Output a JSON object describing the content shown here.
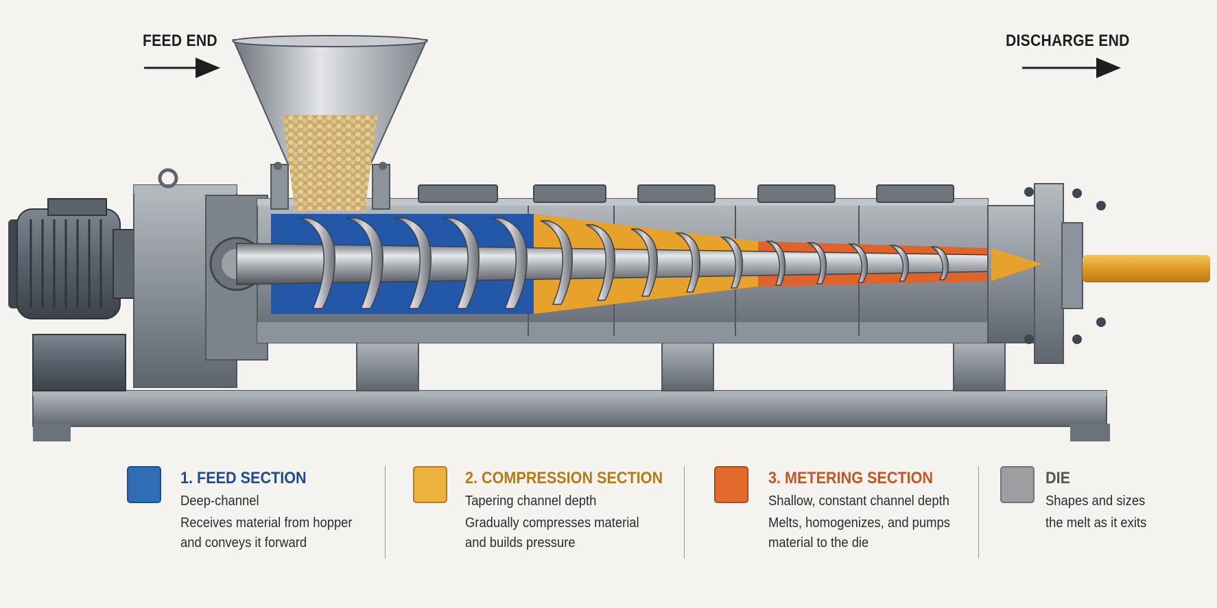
{
  "header": {
    "feed_end": "FEED END",
    "discharge_end": "DISCHARGE END"
  },
  "legend": [
    {
      "title": "1. FEED SECTION",
      "color": "#2f6db5",
      "title_color": "#1f4b86",
      "lines": [
        "Deep-channel",
        "Receives material from hopper",
        "and conveys it forward"
      ]
    },
    {
      "title": "2. COMPRESSION SECTION",
      "color": "#ecb23d",
      "title_color": "#b57a12",
      "lines": [
        "Tapering channel depth",
        "Gradually compresses material",
        "and builds pressure"
      ]
    },
    {
      "title": "3. METERING SECTION",
      "color": "#e36a2c",
      "title_color": "#c4561f",
      "lines": [
        "Shallow, constant channel depth",
        "Melts, homogenizes, and pumps",
        "material to the die"
      ]
    },
    {
      "title": "DIE",
      "color": "#9c9ea2",
      "title_color": "#555555",
      "lines": [
        "Shapes and sizes",
        "the melt as it exits"
      ]
    }
  ],
  "colors": {
    "steel": "#8a9097",
    "steel_dark": "#5d646c",
    "feed_zone": "#2358a8",
    "compression_zone": "#e6a22a",
    "metering_zone": "#e0642a",
    "pellets": "#d9bf86",
    "extrudate": "#e3a83a"
  },
  "icons": [
    "motor-icon",
    "gearbox-icon",
    "hopper-icon",
    "screw-icon",
    "die-icon",
    "arrow-right-icon"
  ]
}
